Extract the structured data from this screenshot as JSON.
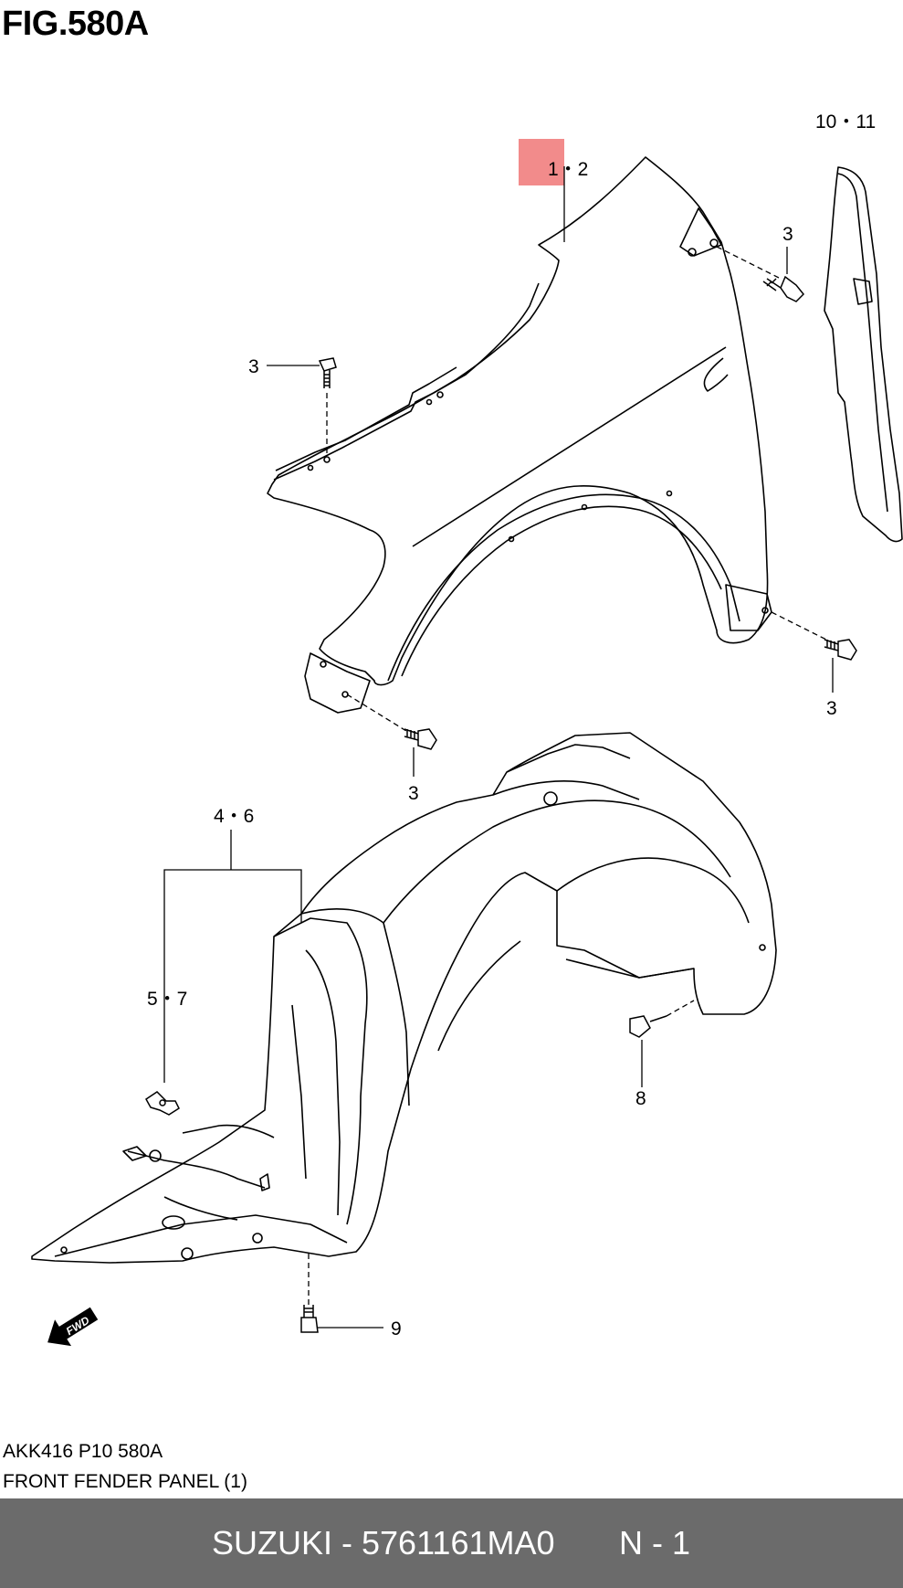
{
  "figure": {
    "title": "FIG.580A"
  },
  "callouts": {
    "c_1_2": "1・2",
    "c_10_11": "10・11",
    "c_3": "3",
    "c_4_6": "4・6",
    "c_5_7": "5・7",
    "c_8": "8",
    "c_9": "9",
    "fwd": "FWD"
  },
  "meta": {
    "code": "AKK416 P10 580A",
    "name": "FRONT FENDER PANEL (1)"
  },
  "footer": {
    "brand": "SUZUKI",
    "separator": "-",
    "part_number": "5761161MA0",
    "page": "N - 1"
  },
  "colors": {
    "highlight": "#f28b8b",
    "footer_bg": "#6b6b6b",
    "line": "#000000"
  }
}
